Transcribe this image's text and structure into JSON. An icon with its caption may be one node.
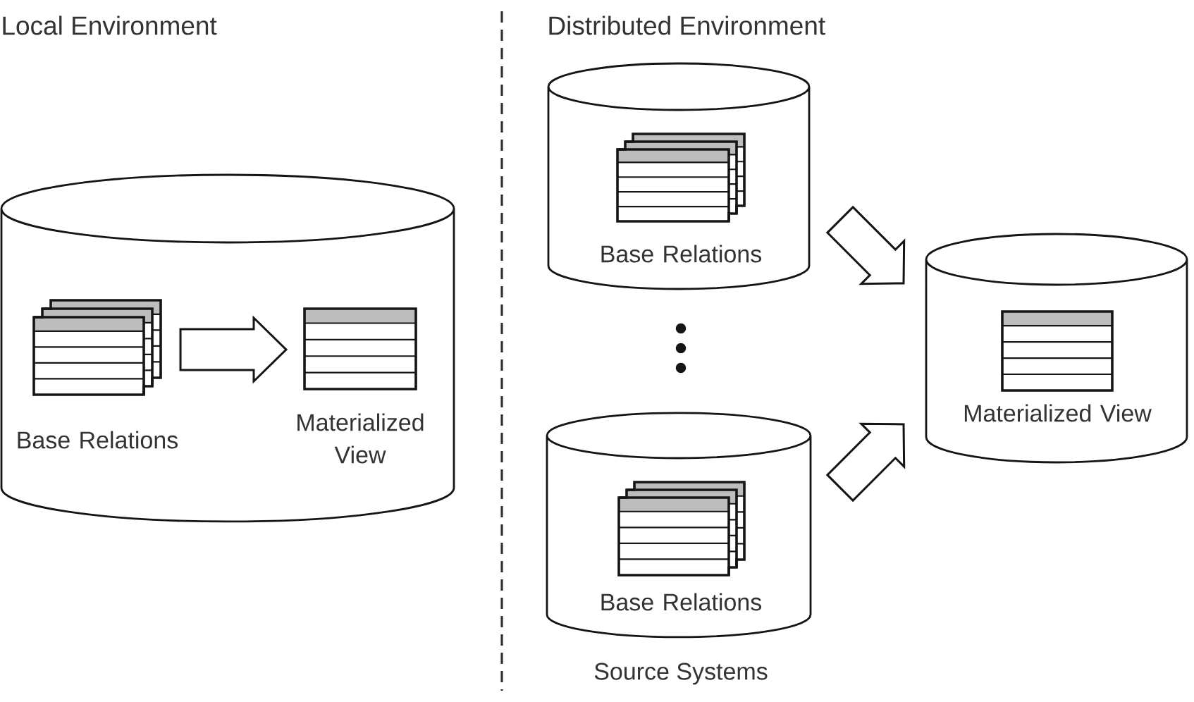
{
  "diagram": {
    "nodes": [
      {
        "text": [],
        "shape": "cylinder"
      },
      {
        "text": [
          "Base Relations"
        ],
        "in": 0
      },
      {
        "text": [
          "Materialized View"
        ],
        "in": 0
      },
      {
        "text": [
          "Base Relations"
        ]
      },
      {
        "text": [
          "Base Relations"
        ]
      },
      {
        "text": [
          "Materialized View"
        ]
      }
    ],
    "edges": [
      {
        "from": 1,
        "to": 2,
        "arrow": "to"
      },
      {
        "from": 3,
        "to": 5,
        "arrow": "to"
      },
      {
        "from": 4,
        "to": 5,
        "arrow": "to"
      }
    ],
    "labels": [
      "Local Environment",
      "Distributed Environment",
      "Source Systems"
    ]
  }
}
